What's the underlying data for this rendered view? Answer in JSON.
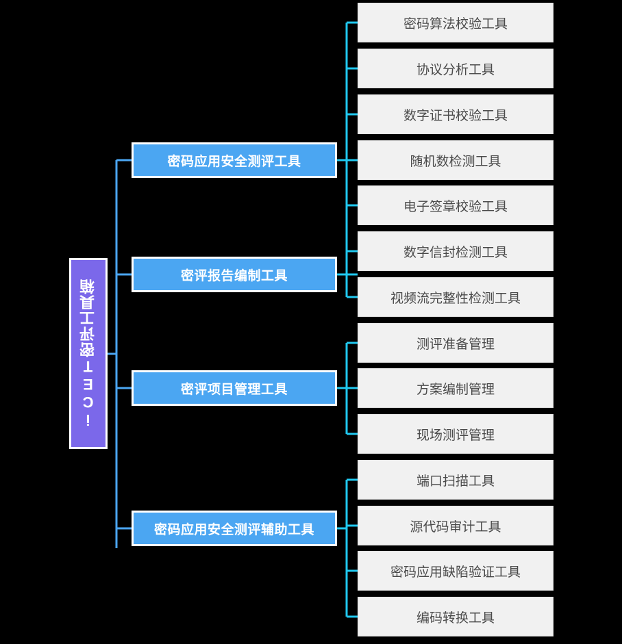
{
  "diagram": {
    "type": "tree-mindmap",
    "orientation": "left-to-right",
    "background_color": "#000000",
    "root": {
      "label": "iCET密评工具箱",
      "fill_color": "#7B68EA",
      "text_color": "#FFFFFF",
      "border_color": "#FFFFFF"
    },
    "branch_style": {
      "fill_color": "#4BA6F2",
      "text_color": "#FFFFFF",
      "border_color": "#FFFFFF",
      "connector_color": "#4BA6F2"
    },
    "leaf_style": {
      "fill_color": "#F1F1F1",
      "text_color": "#4A4A4A",
      "border_color": "#E2E2E2",
      "connector_color": "#20C9F0"
    },
    "branches": [
      {
        "label": "密码应用安全测评工具",
        "leaves": [
          "密码算法校验工具",
          "协议分析工具",
          "数字证书校验工具",
          "随机数检测工具",
          "电子签章校验工具",
          "数字信封检测工具",
          "视频流完整性检测工具"
        ]
      },
      {
        "label": "密评报告编制工具",
        "leaves": []
      },
      {
        "label": "密评项目管理工具",
        "leaves": [
          "测评准备管理",
          "方案编制管理",
          "现场测评管理"
        ]
      },
      {
        "label": "密码应用安全测评辅助工具",
        "leaves": [
          "端口扫描工具",
          "源代码审计工具",
          "密码应用缺陷验证工具",
          "编码转换工具"
        ]
      }
    ]
  }
}
